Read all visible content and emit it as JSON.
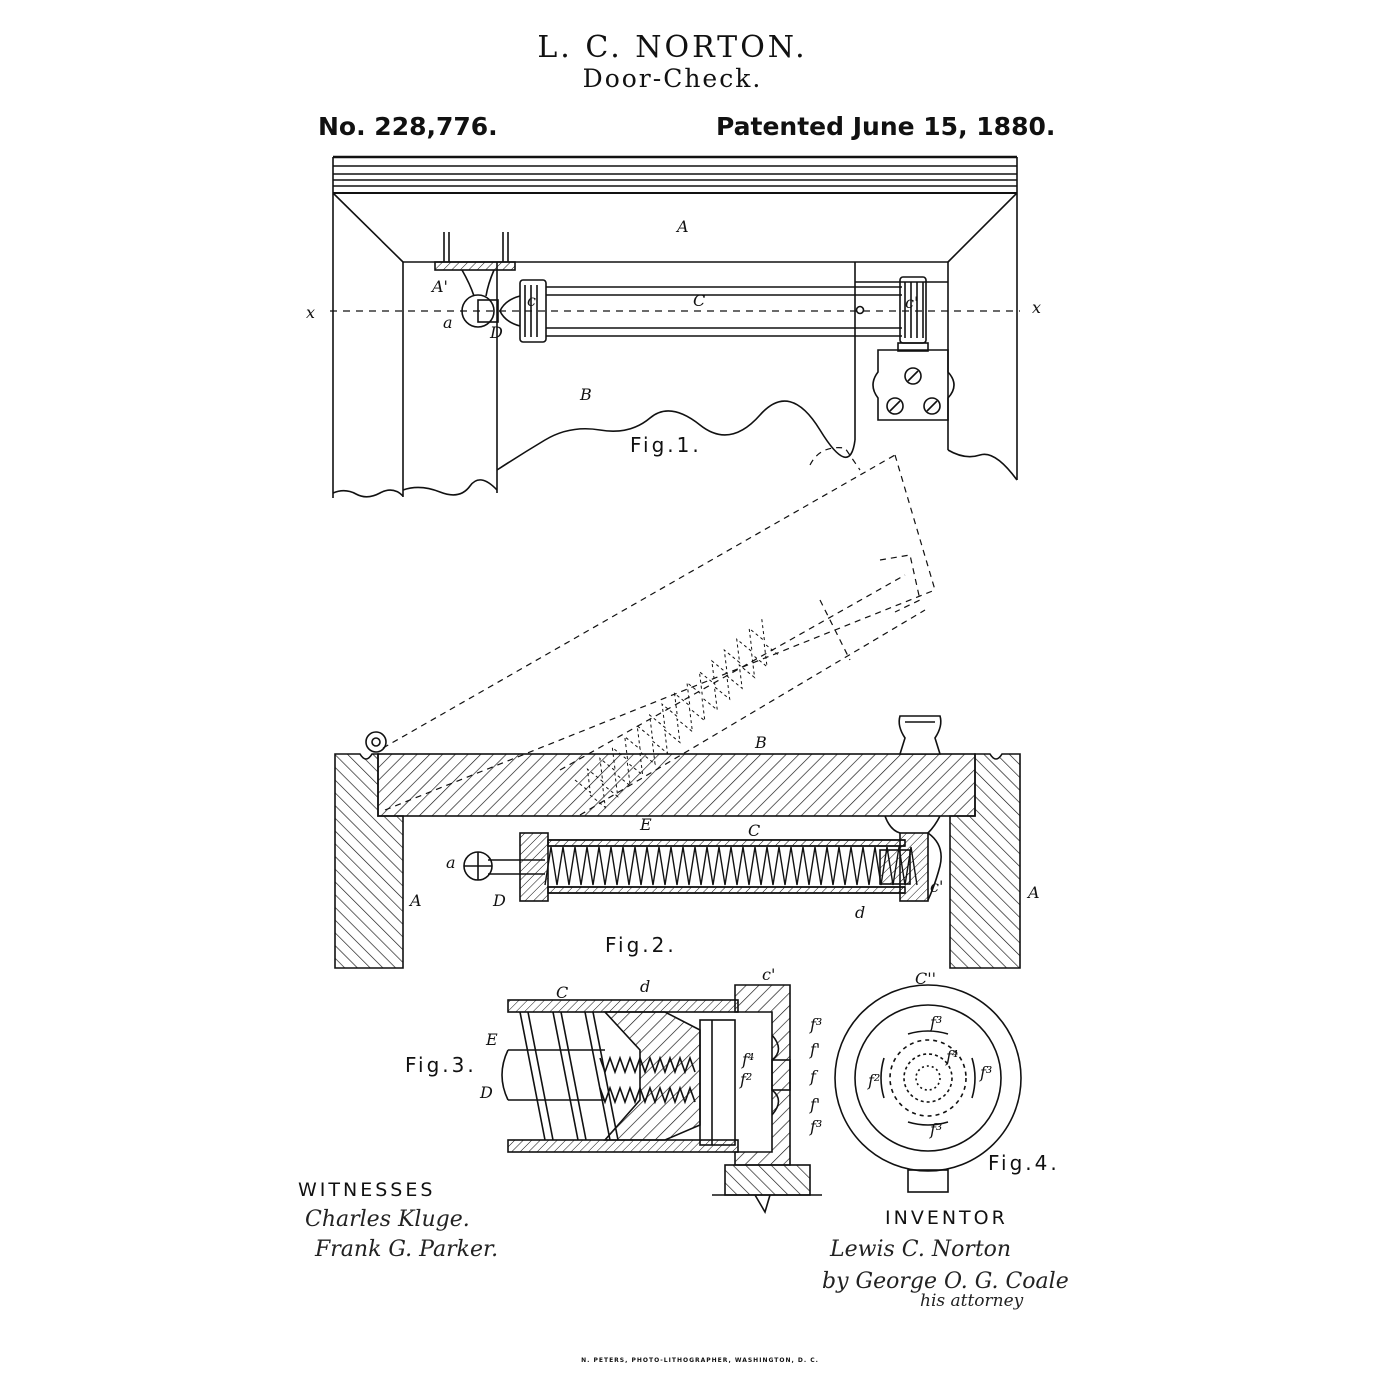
{
  "header": {
    "inventor_name": "L. C. NORTON.",
    "title": "Door-Check.",
    "patent_number": "No. 228,776.",
    "patent_date": "Patented June 15, 1880."
  },
  "figures": {
    "fig1": "Fig.1.",
    "fig2": "Fig.2.",
    "fig3": "Fig.3.",
    "fig4": "Fig.4."
  },
  "labels": {
    "A": "A",
    "A_prime": "A'",
    "B": "B",
    "C": "C",
    "C_prime": "C'",
    "C_dblprime": "C''",
    "a": "a",
    "c": "c",
    "c_prime": "c'",
    "d": "d",
    "D": "D",
    "E": "E",
    "f": "f",
    "f1": "f'",
    "f2": "f²",
    "f3": "f³",
    "f4": "f⁴",
    "x": "x"
  },
  "witnesses": {
    "heading": "WITNESSES",
    "names": [
      "Charles Kluge.",
      "Frank G. Parker."
    ]
  },
  "inventor": {
    "heading": "INVENTOR",
    "signature": "Lewis C. Norton",
    "attorney": "by George O. G. Coale",
    "attorney_note": "his attorney"
  },
  "footer": "N. PETERS, PHOTO-LITHOGRAPHER, WASHINGTON, D. C.",
  "colors": {
    "ink": "#111111",
    "paper": "#ffffff"
  }
}
